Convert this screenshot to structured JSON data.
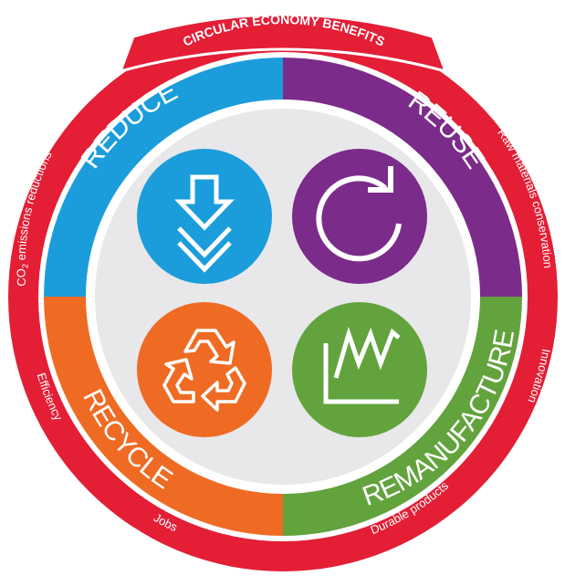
{
  "banner": {
    "title": "CIRCULAR ECONOMY BENEFITS"
  },
  "quadrants": {
    "reduce": {
      "label": "REDUCE",
      "icon": "double-chevron-down-arrow-icon"
    },
    "reuse": {
      "label": "REUSE",
      "icon": "circular-arrow-icon"
    },
    "recycle": {
      "label": "RECYCLE",
      "icon": "recycle-arrows-icon"
    },
    "remanufacture": {
      "label": "REMANUFACTURE",
      "icon": "sawtooth-graph-icon"
    }
  },
  "benefits": {
    "co2": {
      "pre": "CO",
      "sub": "2",
      "post": " emissions reductions"
    },
    "raw_materials": "Raw materials conservation",
    "innovation": "Innovation",
    "durable_products": "Durable products",
    "jobs": "Jobs",
    "efficiency": "Efficiency"
  },
  "colors": {
    "outer_ring": "#e31e35",
    "reduce": "#1b9ddb",
    "reuse": "#7b2b8a",
    "recycle": "#ef6b24",
    "remanufacture": "#62a33d",
    "center": "#e8e8ea"
  }
}
